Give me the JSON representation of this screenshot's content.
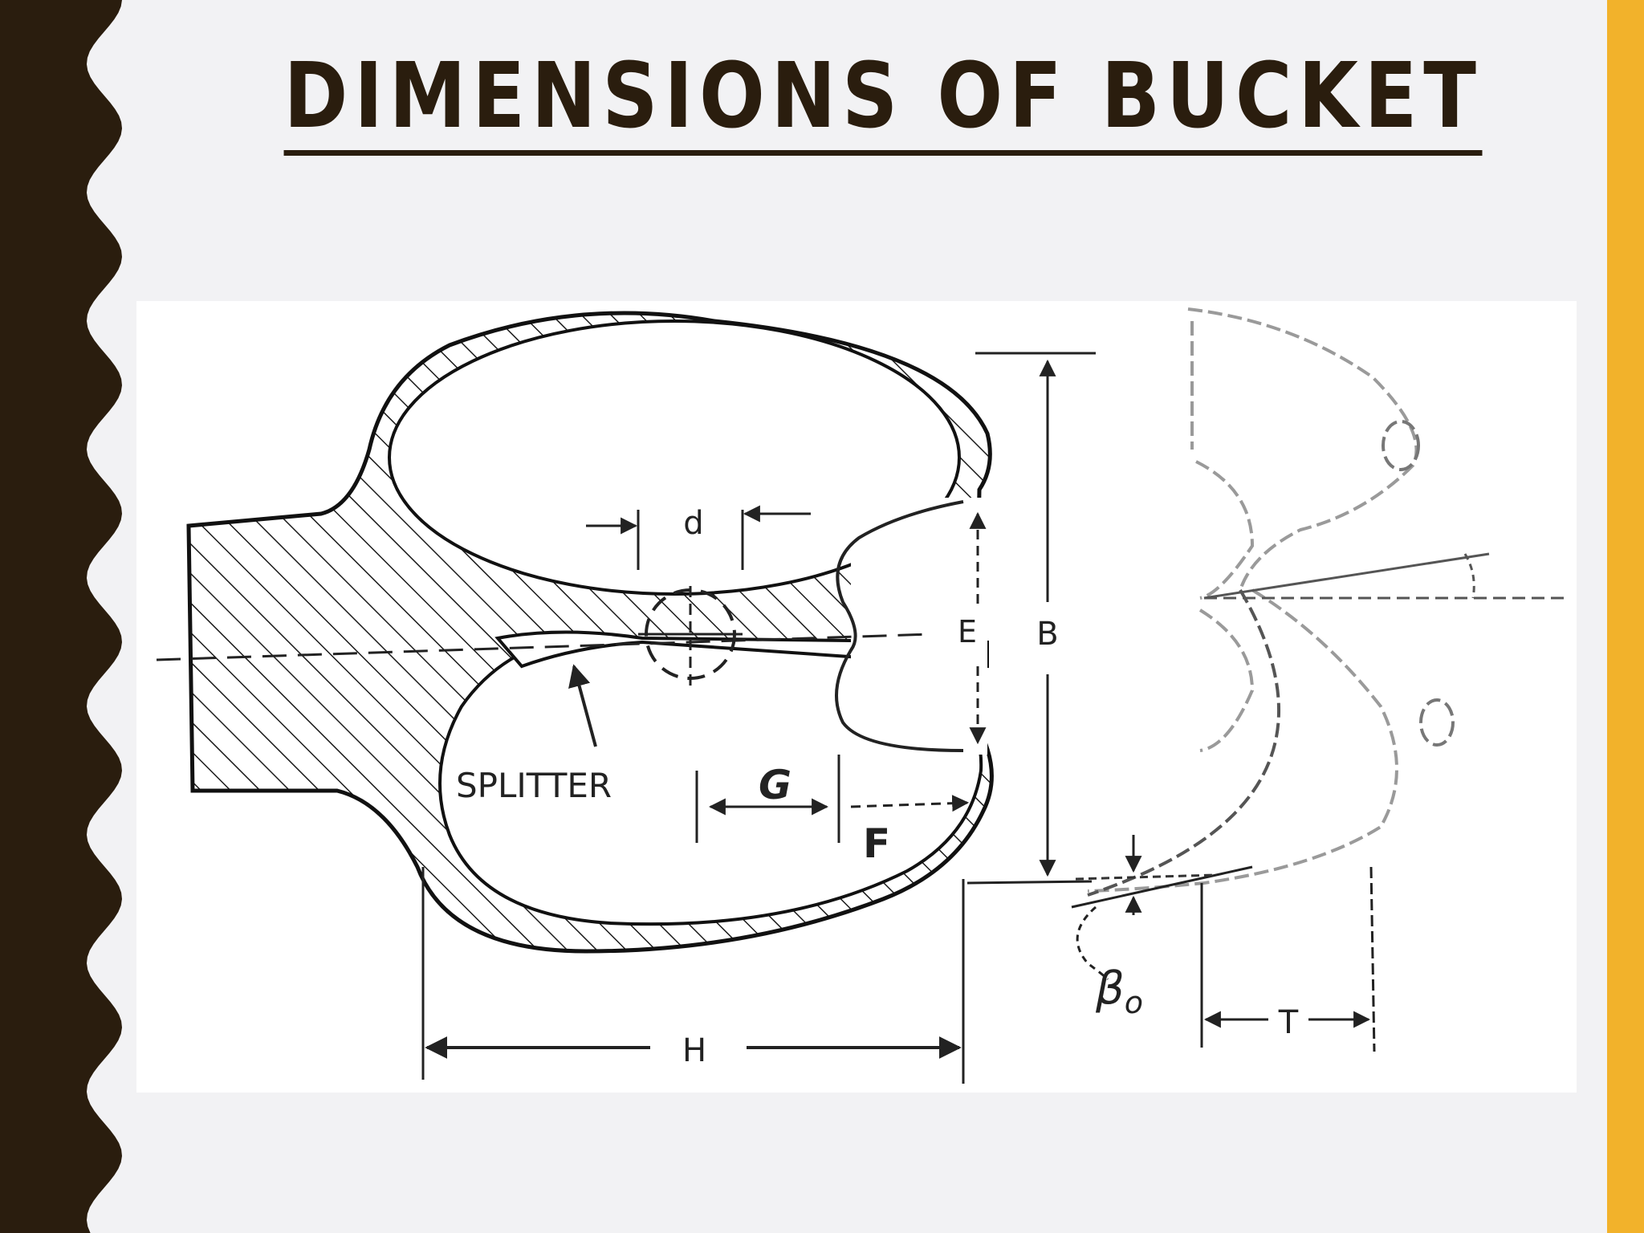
{
  "slide": {
    "title": "DIMENSIONS OF BUCKET",
    "colors": {
      "left_band": "#2a1d0e",
      "right_bar": "#f2b22b",
      "background": "#f2f2f4",
      "title": "#2a1d0e"
    }
  },
  "diagram": {
    "labels": {
      "d": "d",
      "splitter": "SPLITTER",
      "G": "G",
      "F": "F",
      "E": "E",
      "B": "B",
      "H": "H",
      "T": "T",
      "beta_o": "β",
      "beta_sub": "o"
    }
  }
}
